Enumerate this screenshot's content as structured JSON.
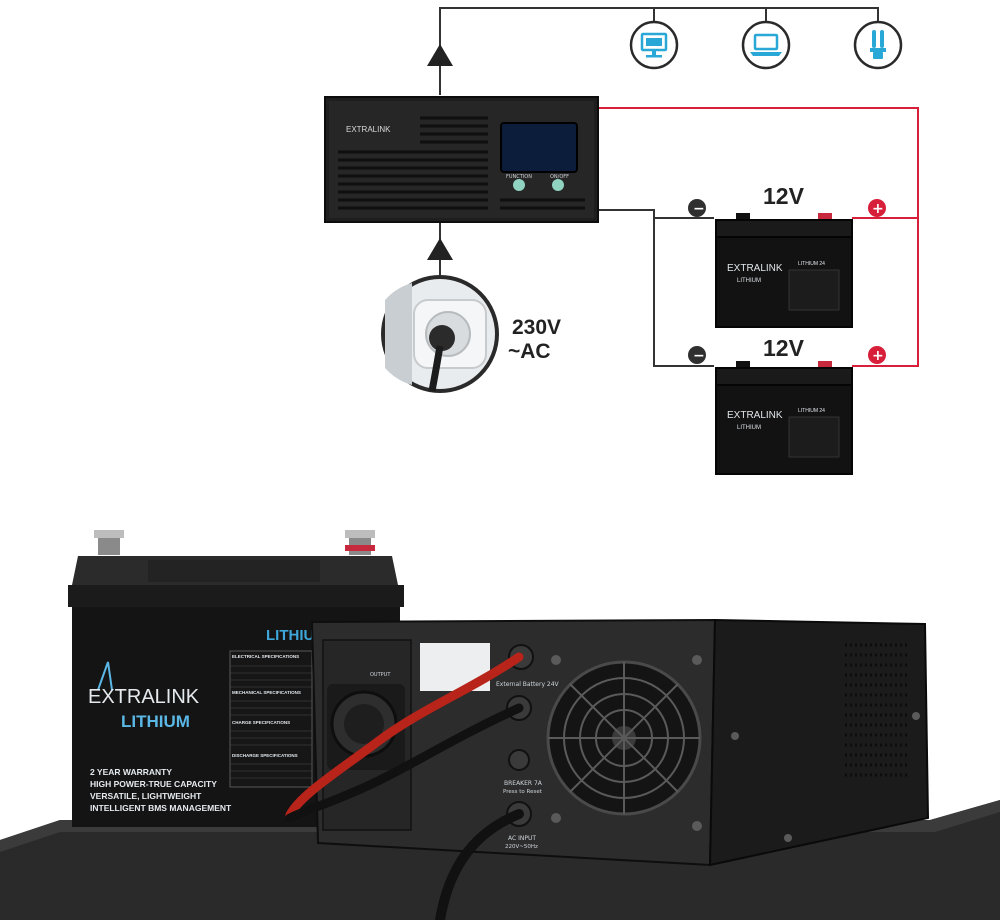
{
  "diagram": {
    "voltage_top": "12V",
    "voltage_bottom": "12V",
    "mains_line1": "230V",
    "mains_line2": "~AC",
    "minus_symbol": "−",
    "plus_symbol": "+",
    "inverter_brand": "EXTRALINK",
    "inverter_btn_function": "FUNCTION",
    "inverter_btn_on_off": "ON/OFF",
    "battery_brand": "EXTRALINK",
    "battery_model": "LITHIUM 24",
    "battery_sub": "LITHIUM"
  },
  "photo": {
    "battery_brand": "EXTRALINK",
    "battery_title": "LITHIUM",
    "battery_name": "LITHIUM",
    "battery_features": [
      "2 YEAR WARRANTY",
      "HIGH POWER-TRUE CAPACITY",
      "VERSATILE, LIGHTWEIGHT",
      "INTELLIGENT BMS MANAGEMENT"
    ],
    "spec_header_1": "ELECTRICAL SPECIFICATIONS",
    "spec_header_2": "MECHANICAL SPECIFICATIONS",
    "spec_header_3": "CHARGE SPECIFICATIONS",
    "spec_header_4": "DISCHARGE SPECIFICATIONS",
    "inverter_output_label": "OUTPUT",
    "inverter_ext_battery": "External Battery 24V",
    "inverter_breaker_1": "BREAKER 7A",
    "inverter_breaker_2": "Press to Reset",
    "inverter_ac_input_1": "AC INPUT",
    "inverter_ac_input_2": "220V~50Hz"
  },
  "colors": {
    "red_line": "#d81f3a",
    "dark_line": "#333333",
    "icon_ring": "#2a2a2a",
    "icon_blue": "#29a8d8",
    "device_body": "#1e1e1e",
    "screen": "#0b1d3a",
    "button_teal": "#8fd3c0"
  },
  "icons": [
    "monitor-icon",
    "laptop-icon",
    "lightbulb-icon"
  ]
}
